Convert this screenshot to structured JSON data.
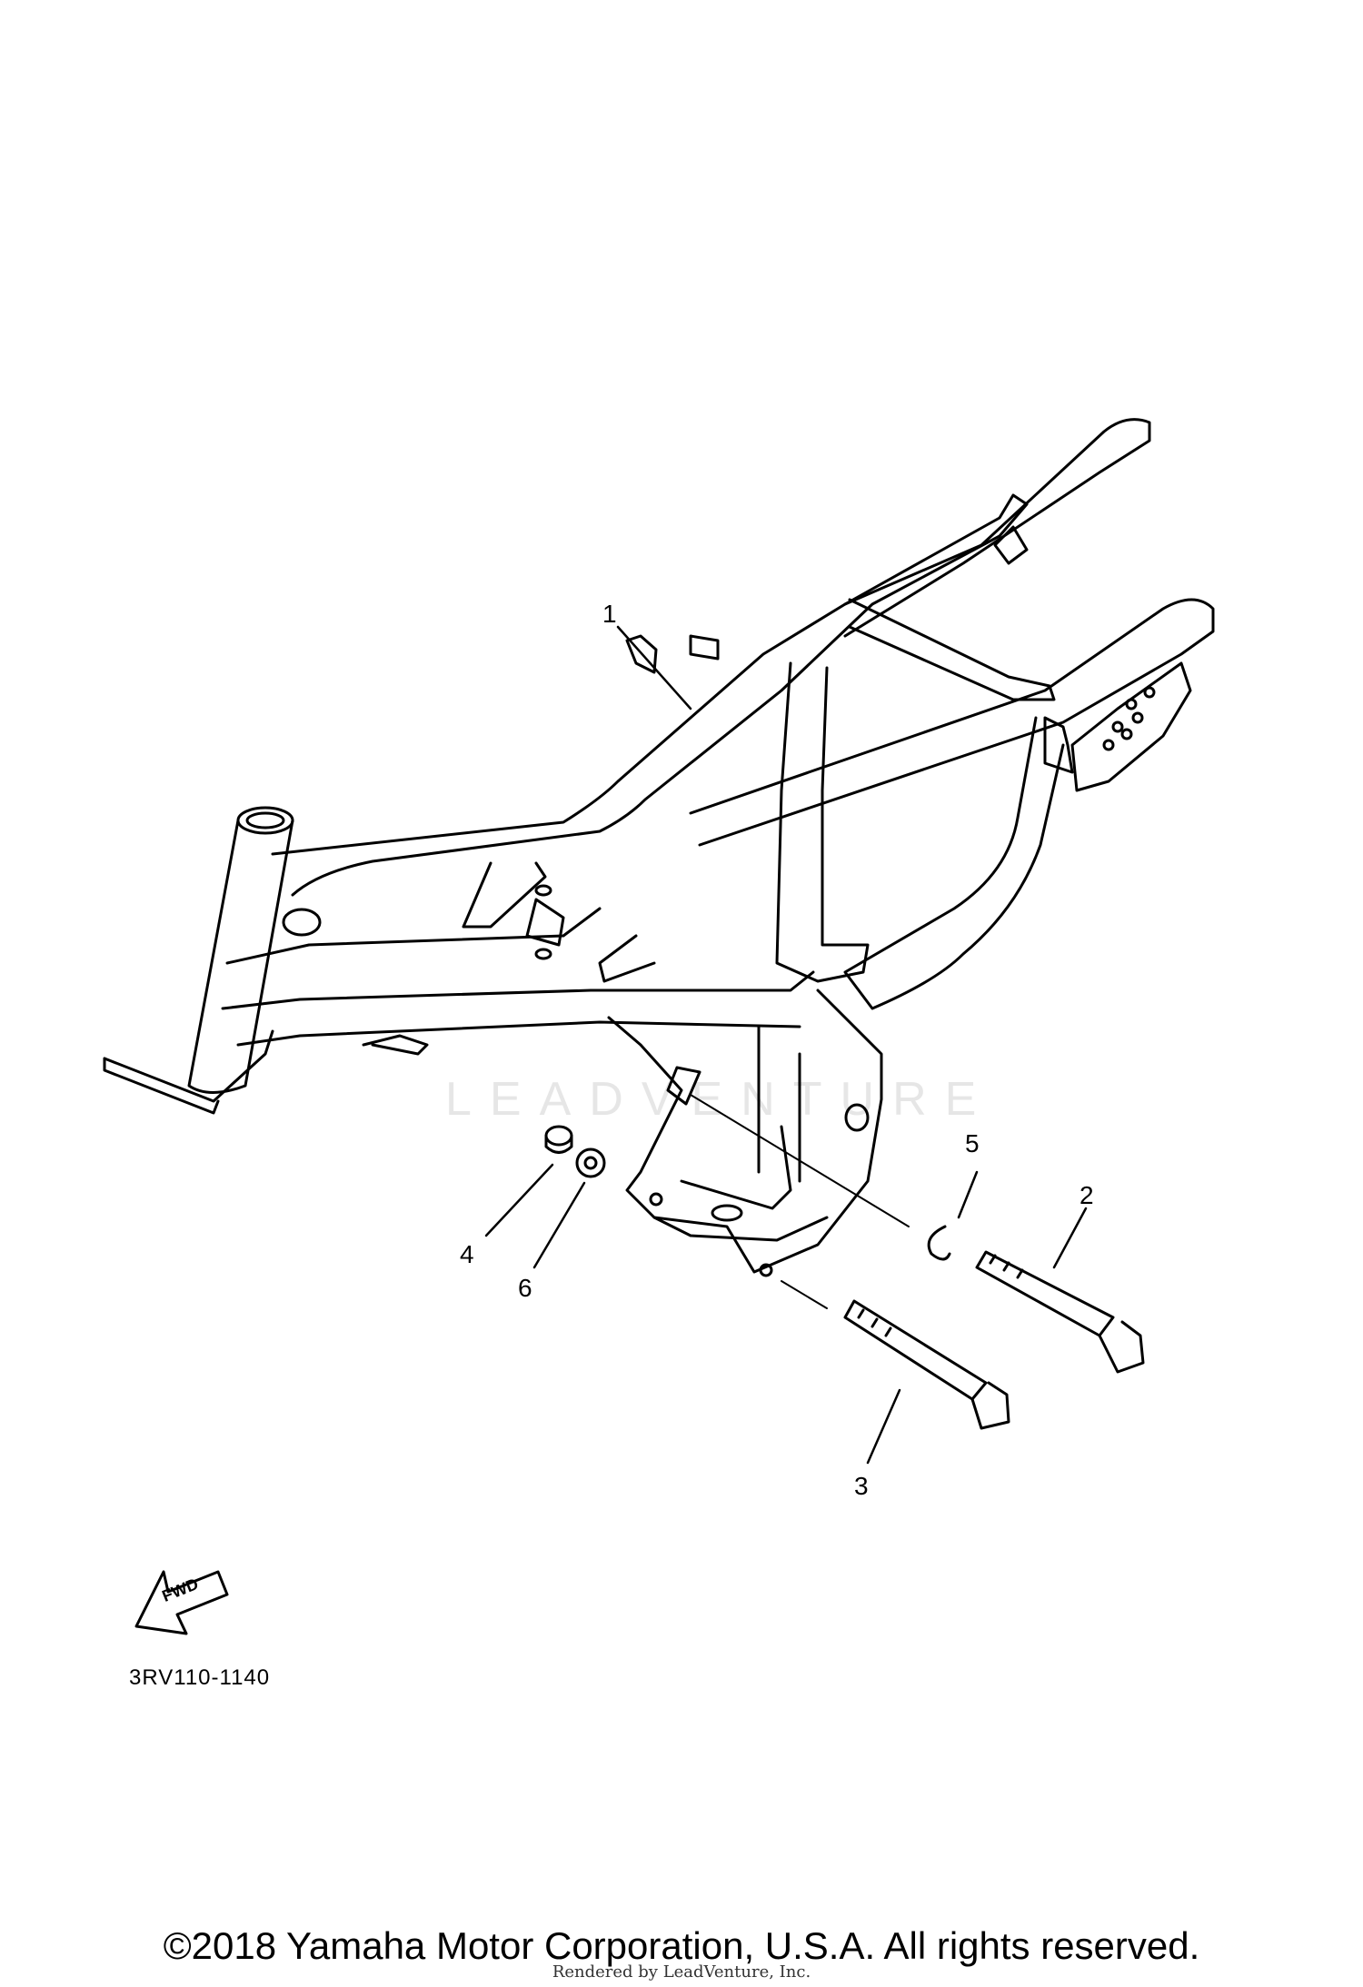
{
  "watermark": "LEADVENTURE",
  "callouts": [
    {
      "id": "1",
      "label": "1"
    },
    {
      "id": "2",
      "label": "2"
    },
    {
      "id": "3",
      "label": "3"
    },
    {
      "id": "4",
      "label": "4"
    },
    {
      "id": "5",
      "label": "5"
    },
    {
      "id": "6",
      "label": "6"
    }
  ],
  "fwd_label": "FWD",
  "diagram_code": "3RV110-1140",
  "copyright": "©2018 Yamaha Motor Corporation, U.S.A. All rights reserved.",
  "rendered_by": "Rendered by LeadVenture, Inc.",
  "colors": {
    "line": "#000000",
    "background": "#ffffff",
    "watermark": "#e6e6e6"
  }
}
